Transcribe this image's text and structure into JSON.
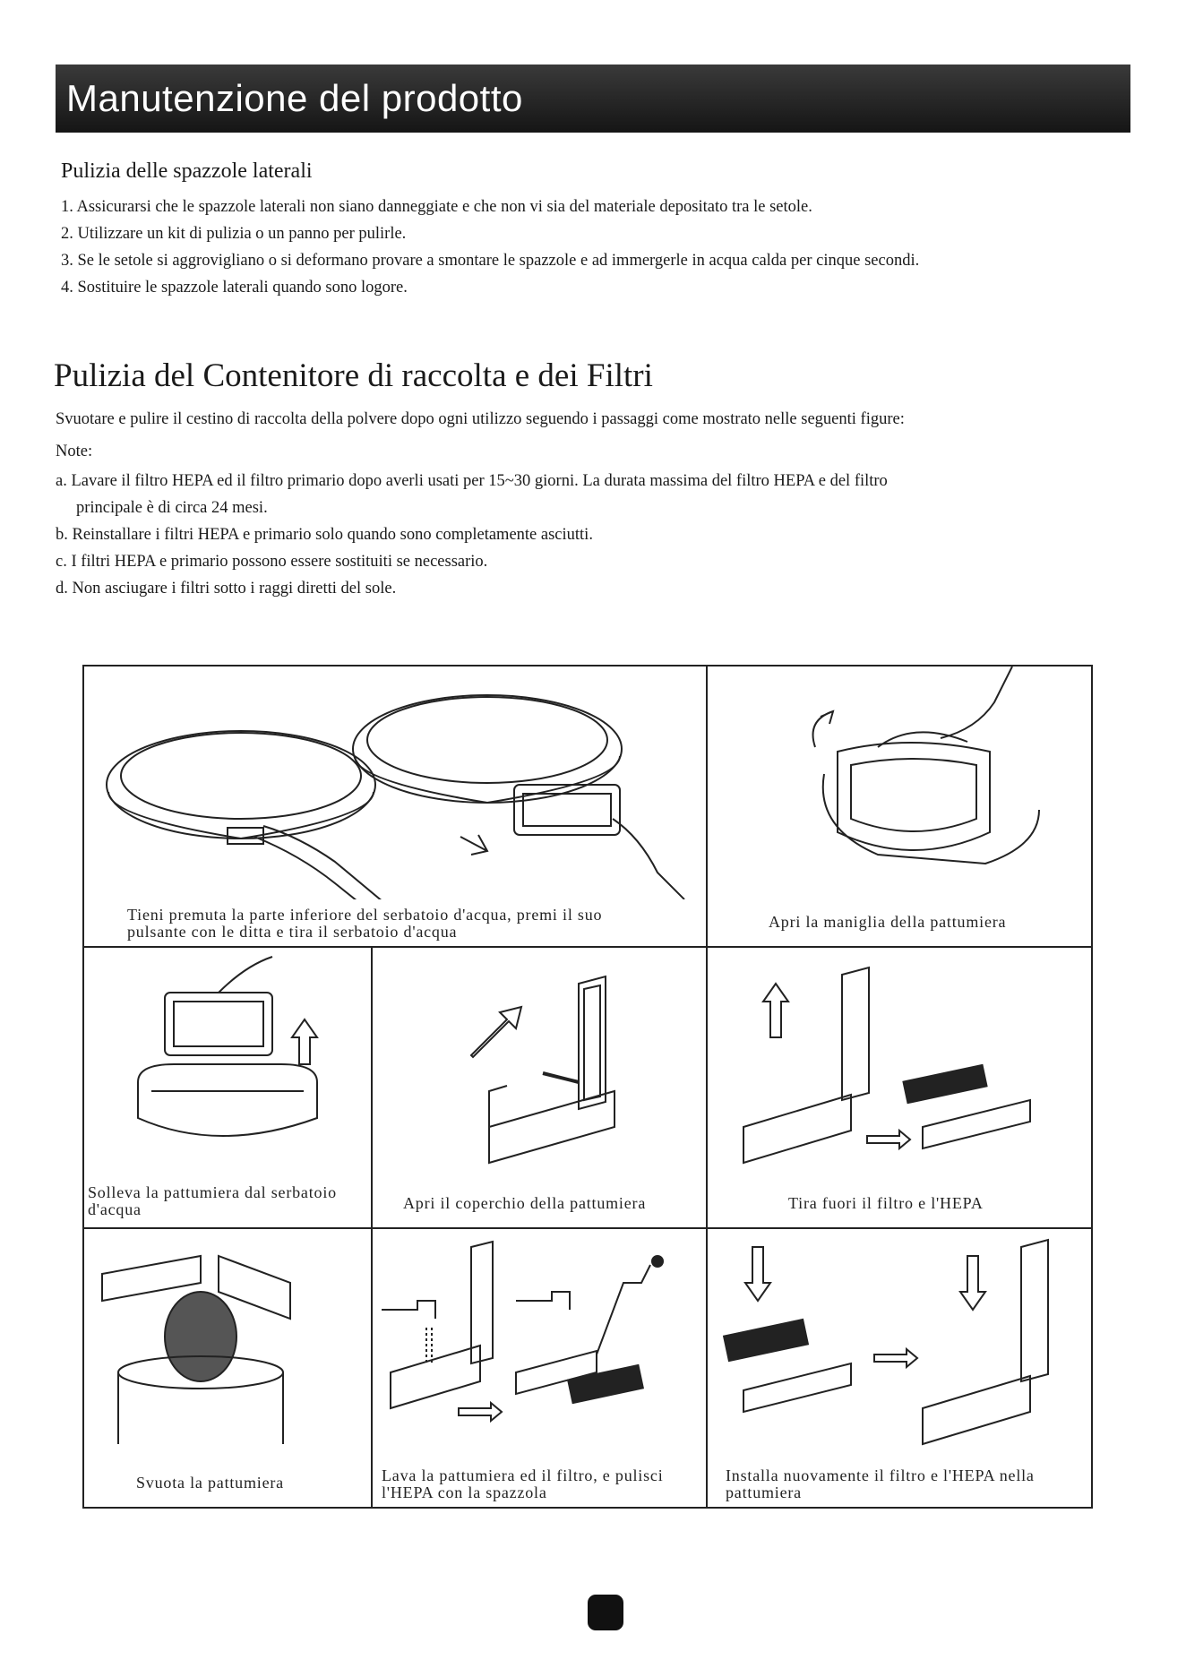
{
  "header": {
    "title": "Manutenzione del prodotto"
  },
  "section1": {
    "title": "Pulizia delle spazzole laterali",
    "items": [
      "1. Assicurarsi che le spazzole laterali non siano danneggiate e che non vi sia del materiale depositato tra le setole.",
      "2. Utilizzare un kit di pulizia o un panno per pulirle.",
      "3. Se le setole si aggrovigliano o si deformano provare a smontare le spazzole e ad immergerle in acqua calda per cinque secondi.",
      "4. Sostituire le spazzole laterali quando sono logore."
    ]
  },
  "section2": {
    "title": "Pulizia del Contenitore di raccolta e dei Filtri",
    "intro": "Svuotare e pulire il cestino di raccolta della polvere dopo ogni utilizzo seguendo i passaggi come mostrato nelle seguenti figure:",
    "notes_label": "Note:",
    "notes": {
      "a": "a. Lavare il filtro HEPA ed il filtro primario dopo averli usati per 15~30 giorni. La durata massima del filtro HEPA e del filtro",
      "a_cont": "principale  è  di circa 24 mesi.",
      "b": "b. Reinstallare i filtri HEPA e primario solo quando sono completamente asciutti.",
      "c": "c. I filtri HEPA e primario possono essere sostituiti se necessario.",
      "d": "d. Non asciugare i filtri sotto i raggi diretti del sole."
    }
  },
  "steps": {
    "s1_l1": "Tieni premuta la parte inferiore del serbatoio d'acqua, premi il suo",
    "s1_l2": "pulsante con le ditta e tira il serbatoio d'acqua",
    "s2": "Apri la maniglia della pattumiera",
    "s3_l1": "Solleva la pattumiera dal serbatoio",
    "s3_l2": "d'acqua",
    "s4": "Apri il coperchio della pattumiera",
    "s5": "Tira fuori il filtro e l'HEPA",
    "s6": "Svuota la pattumiera",
    "s7_l1": "Lava la pattumiera ed il filtro, e pulisci",
    "s7_l2": "l'HEPA con la spazzola",
    "s8_l1": "Installa nuovamente il filtro e l'HEPA nella",
    "s8_l2": "pattumiera"
  }
}
